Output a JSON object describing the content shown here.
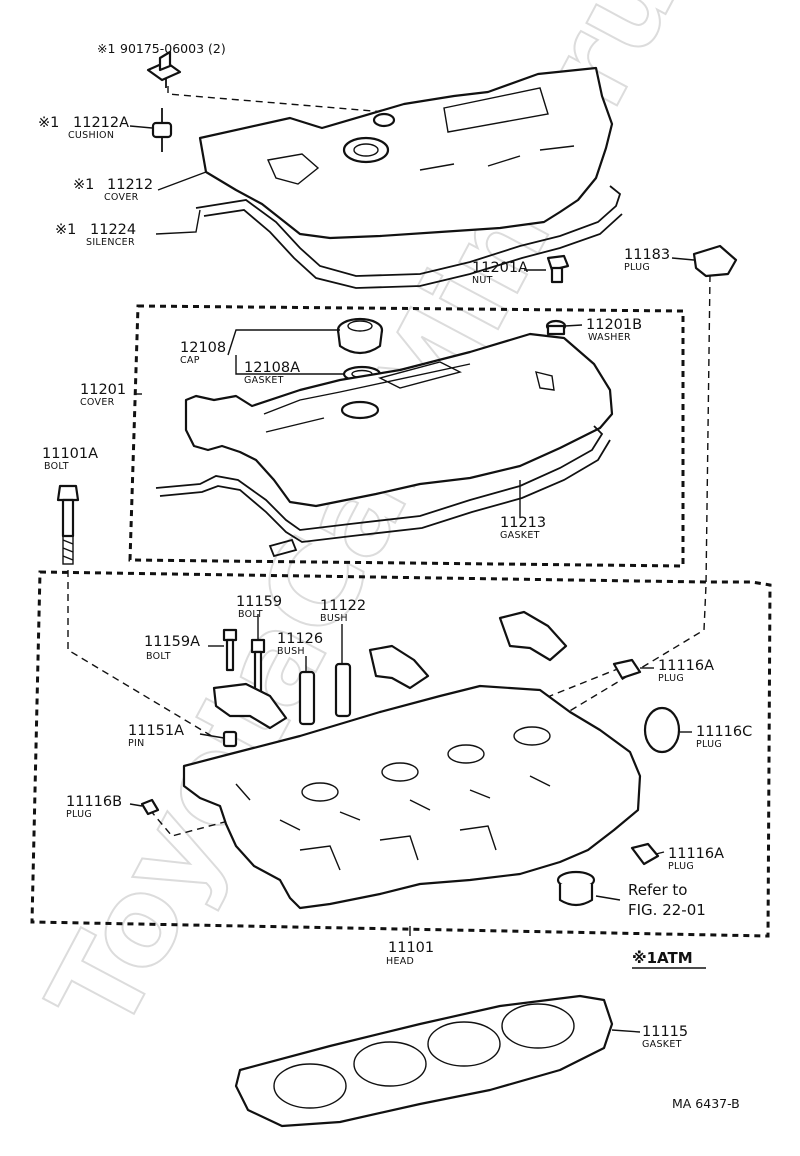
{
  "watermark": "ToyotaCarMine.ru",
  "parts": {
    "bolt_small": {
      "number": "90175-06003 (2)",
      "prefix": "※1"
    },
    "cushion": {
      "number": "11212A",
      "name": "CUSHION",
      "prefix": "※1"
    },
    "upper_cover": {
      "number": "11212",
      "name": "COVER",
      "prefix": "※1"
    },
    "silencer": {
      "number": "11224",
      "name": "SILENCER",
      "prefix": "※1"
    },
    "nut": {
      "number": "11201A",
      "name": "NUT"
    },
    "plug_11183": {
      "number": "11183",
      "name": "PLUG"
    },
    "washer": {
      "number": "11201B",
      "name": "WASHER"
    },
    "cap": {
      "number": "12108",
      "name": "CAP"
    },
    "cap_gasket": {
      "number": "12108A",
      "name": "GASKET"
    },
    "valve_cover": {
      "number": "11201",
      "name": "COVER"
    },
    "head_bolt": {
      "number": "11101A",
      "name": "BOLT"
    },
    "cover_gasket": {
      "number": "11213",
      "name": "GASKET"
    },
    "bolt_11159": {
      "number": "11159",
      "name": "BOLT"
    },
    "bolt_11159a": {
      "number": "11159A",
      "name": "BOLT"
    },
    "bush_11126": {
      "number": "11126",
      "name": "BUSH"
    },
    "bush_11122": {
      "number": "11122",
      "name": "BUSH"
    },
    "plug_11116a_top": {
      "number": "11116A",
      "name": "PLUG"
    },
    "plug_11116c": {
      "number": "11116C",
      "name": "PLUG"
    },
    "pin": {
      "number": "11151A",
      "name": "PIN"
    },
    "plug_11116b": {
      "number": "11116B",
      "name": "PLUG"
    },
    "plug_11116a_bottom": {
      "number": "11116A",
      "name": "PLUG"
    },
    "refer": {
      "line1": "Refer to",
      "line2": "FIG. 22-01"
    },
    "head": {
      "number": "11101",
      "name": "HEAD"
    },
    "head_gasket": {
      "number": "11115",
      "name": "GASKET"
    }
  },
  "legend": {
    "note": "※1ATM"
  },
  "figure_code": "MA  6437-B"
}
